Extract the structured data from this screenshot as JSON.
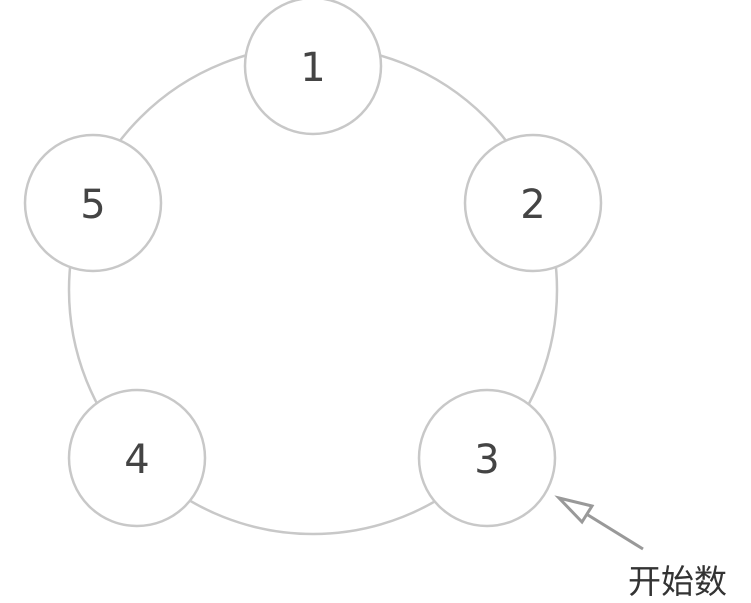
{
  "nodes": [
    {
      "label": "1"
    },
    {
      "label": "2"
    },
    {
      "label": "3"
    },
    {
      "label": "4"
    },
    {
      "label": "5"
    }
  ],
  "start_label": "开始数",
  "colors": {
    "stroke": "#c8c8c8",
    "arrow": "#999999",
    "text": "#444444"
  }
}
